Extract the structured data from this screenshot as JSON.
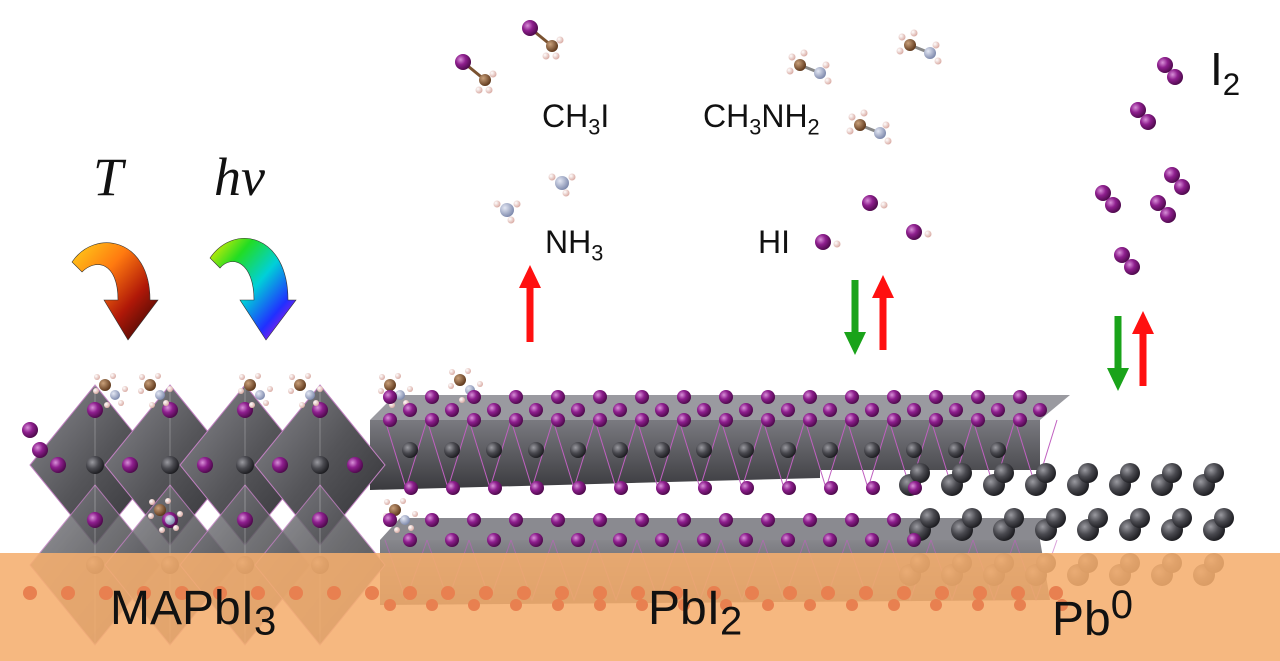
{
  "labels": {
    "temperature": "T",
    "light": "hν",
    "ch3i": {
      "base": "CH",
      "sub1": "3",
      "tail": "I"
    },
    "ch3nh2": {
      "base": "CH",
      "sub1": "3",
      "mid": "NH",
      "sub2": "2"
    },
    "nh3": {
      "base": "NH",
      "sub1": "3"
    },
    "hi": "HI",
    "i2": {
      "base": "I",
      "sub1": "2"
    },
    "mapbi3": {
      "base": "MAPbI",
      "sub1": "3"
    },
    "pbi2": {
      "base": "PbI",
      "sub1": "2"
    },
    "pb0": {
      "base": "Pb",
      "sup1": "0"
    }
  },
  "colors": {
    "substrate": "#f5ae6e",
    "iodine": "#8e1f8e",
    "lead": "#3c3c3e",
    "octahedron": "#5a5a5e",
    "carbon": "#7a5230",
    "nitrogen": "#aab4d4",
    "hydrogen": "#f2d3cf",
    "arrow_up": "#ff1010",
    "arrow_down": "#1aa31a"
  },
  "icons": [
    "temperature-arrow-icon",
    "light-arrow-icon"
  ]
}
